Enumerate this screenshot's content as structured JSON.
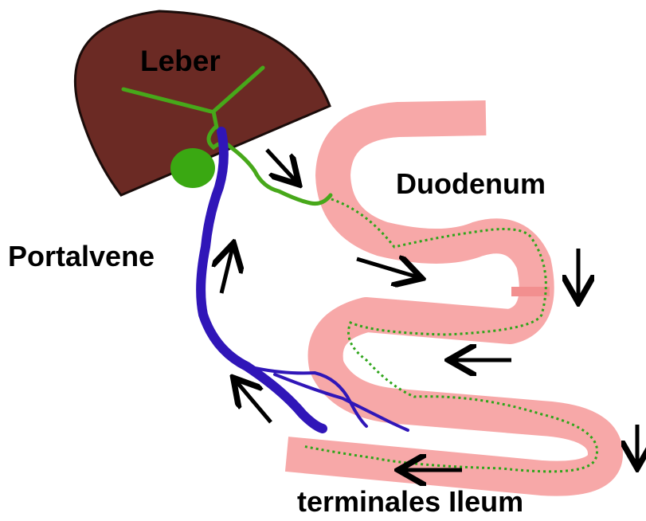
{
  "labels": {
    "liver": "Leber",
    "duodenum": "Duodenum",
    "portal_vein": "Portalvene",
    "ileum": "terminales Ileum"
  },
  "colors": {
    "liver": "#6b2a24",
    "gallbladder": "#3aa812",
    "bile": "#47a81a",
    "intestine": "#f7a8a8",
    "vein": "#3016b8",
    "arrow": "#000000",
    "text": "#000000"
  }
}
